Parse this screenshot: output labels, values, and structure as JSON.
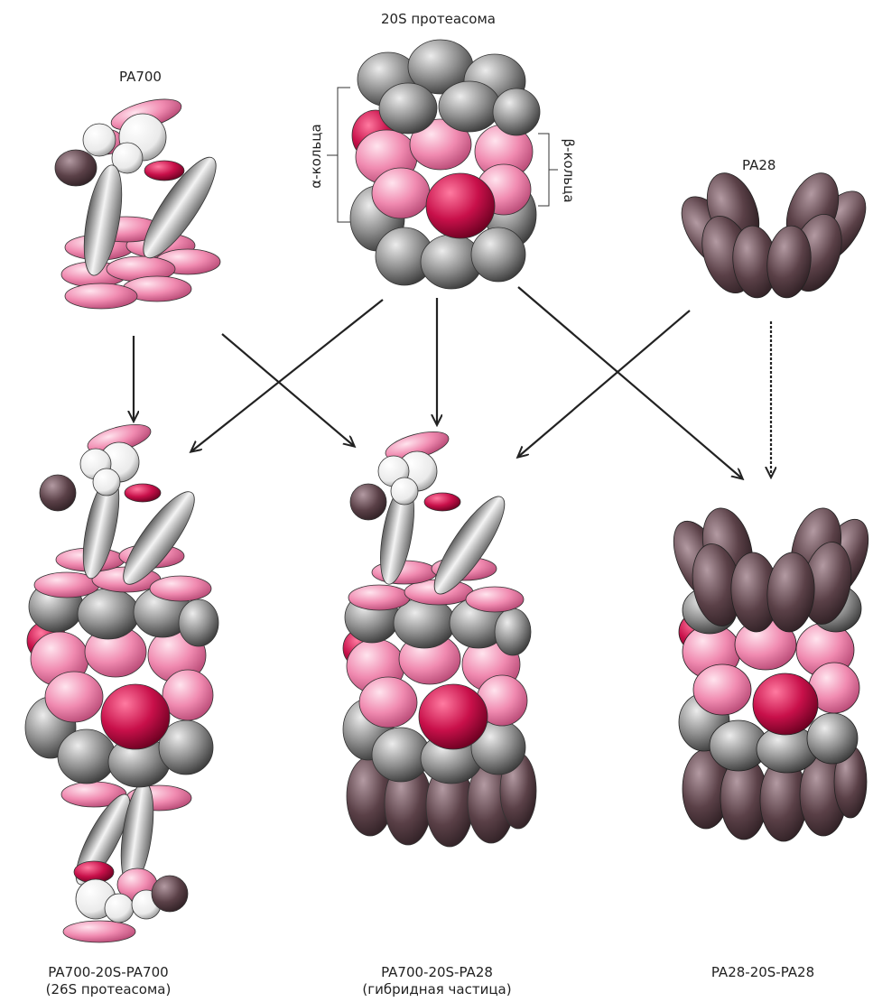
{
  "labels": {
    "proteasome_20s": "20S протеасома",
    "pa700": "PA700",
    "pa28": "PA28",
    "alpha_rings": "α-кольца",
    "beta_rings": "β-кольца"
  },
  "complexes": [
    {
      "line1": "PA700-20S-PA700",
      "line2": "(26S протеасома)"
    },
    {
      "line1": "PA700-20S-PA28",
      "line2": "(гибридная частица)"
    },
    {
      "line1": "PA28-20S-PA28",
      "line2": ""
    }
  ],
  "colors": {
    "gray": "#8a8a8a",
    "pink": "#f08ab0",
    "crimson": "#c8104a",
    "dark_mauve": "#5a4047",
    "white": "#f2f2f2"
  }
}
